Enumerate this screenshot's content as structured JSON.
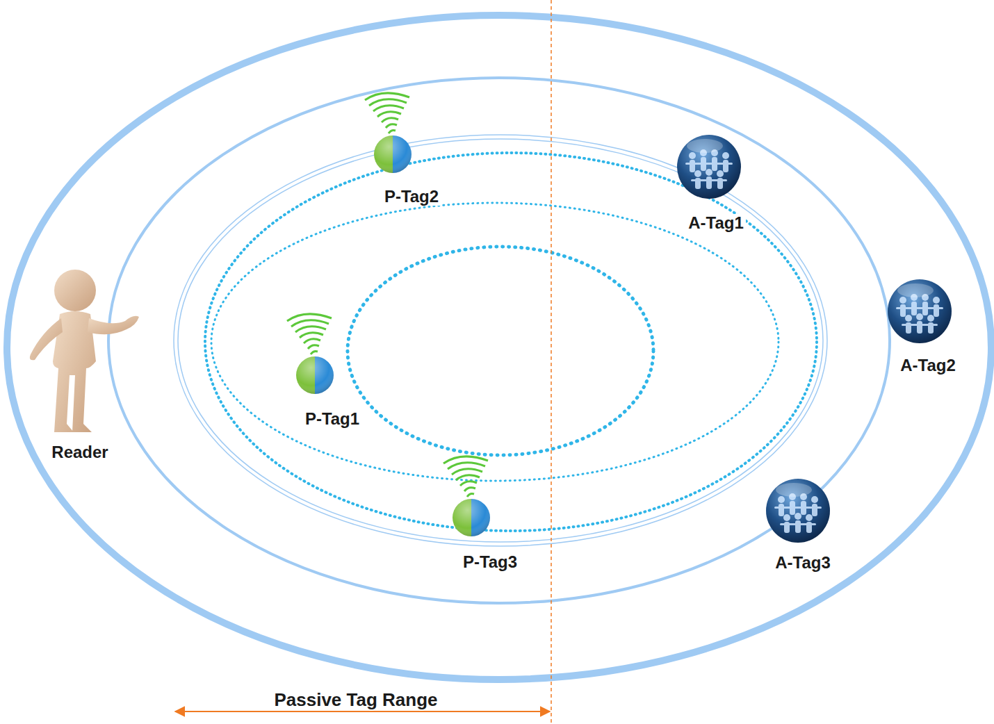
{
  "diagram": {
    "nodes": [
      {
        "text": [
          "P-Tag2"
        ]
      },
      {
        "text": [
          "A-Tag1"
        ]
      },
      {
        "text": [
          "P-Tag1"
        ]
      },
      {
        "text": [
          "A-Tag2"
        ]
      },
      {
        "text": [
          "Reader"
        ]
      },
      {
        "text": [
          "P-Tag3"
        ]
      },
      {
        "text": [
          "A-Tag3"
        ]
      }
    ],
    "labels": [
      "Passive Tag Range"
    ]
  }
}
